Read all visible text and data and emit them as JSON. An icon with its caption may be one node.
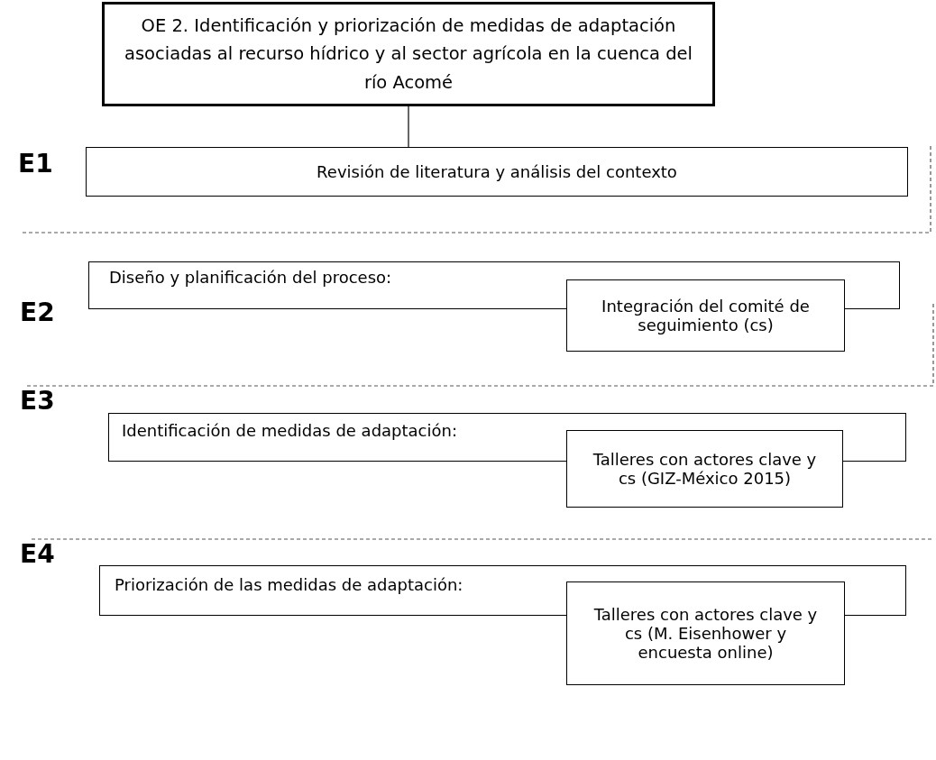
{
  "diagram": {
    "nodes": [
      {
        "text": [
          "OE 2. Identificación y priorización de medidas de adaptación asociadas al recurso hídrico y al sector agrícola en la cuenca del río Acomé"
        ]
      },
      {
        "text": [
          "Revisión de literatura y análisis del contexto"
        ]
      },
      {
        "text": [
          "Diseño y planificación del proceso:"
        ]
      },
      {
        "text": [
          "Integración del comité de seguimiento (cs)"
        ]
      },
      {
        "text": [
          "Identificación de medidas de adaptación:"
        ]
      },
      {
        "text": [
          "Talleres con actores clave y cs (GIZ-México 2015)"
        ]
      },
      {
        "text": [
          "Priorización de las medidas de adaptación:"
        ]
      },
      {
        "text": [
          "Talleres con actores clave y cs (M. Eisenhower y encuesta online)"
        ]
      }
    ],
    "edges": [
      {
        "from": 0,
        "to": 1,
        "arrow": "none"
      }
    ],
    "labels": [
      "E1",
      "E2",
      "E3",
      "E4"
    ]
  }
}
